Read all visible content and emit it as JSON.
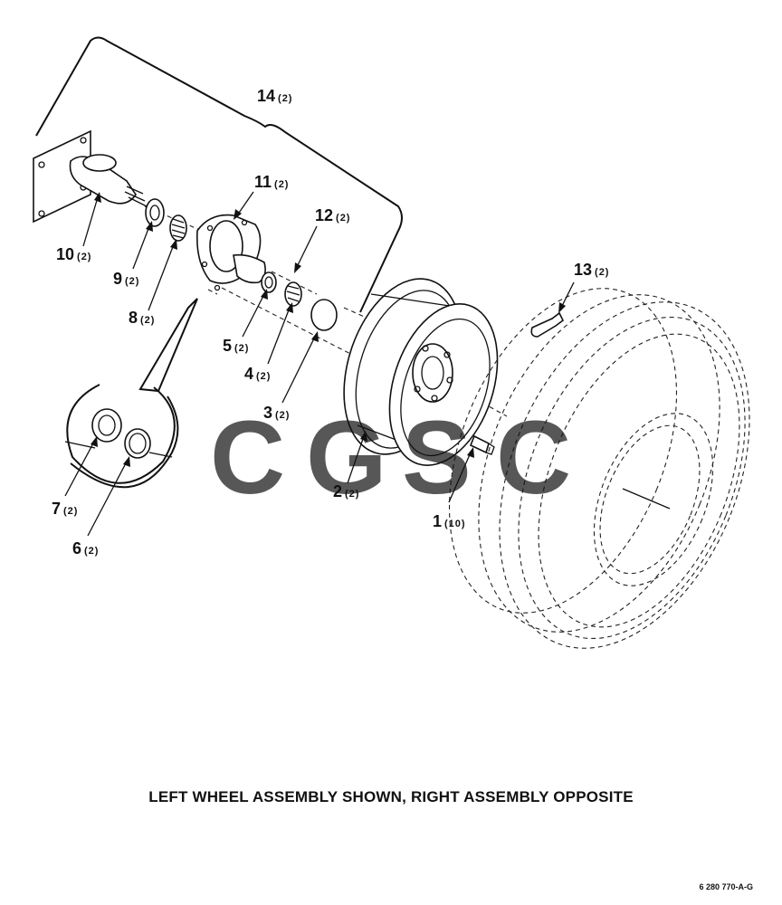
{
  "diagram": {
    "callouts": [
      {
        "id": "c1",
        "num": "1",
        "qty": "(10)"
      },
      {
        "id": "c2",
        "num": "2",
        "qty": "(2)"
      },
      {
        "id": "c3",
        "num": "3",
        "qty": "(2)"
      },
      {
        "id": "c4",
        "num": "4",
        "qty": "(2)"
      },
      {
        "id": "c5",
        "num": "5",
        "qty": "(2)"
      },
      {
        "id": "c6",
        "num": "6",
        "qty": "(2)"
      },
      {
        "id": "c7",
        "num": "7",
        "qty": "(2)"
      },
      {
        "id": "c8",
        "num": "8",
        "qty": "(2)"
      },
      {
        "id": "c9",
        "num": "9",
        "qty": "(2)"
      },
      {
        "id": "c10",
        "num": "10",
        "qty": "(2)"
      },
      {
        "id": "c11",
        "num": "11",
        "qty": "(2)"
      },
      {
        "id": "c12",
        "num": "12",
        "qty": "(2)"
      },
      {
        "id": "c13",
        "num": "13",
        "qty": "(2)"
      },
      {
        "id": "c14",
        "num": "14",
        "qty": "(2)"
      }
    ],
    "caption": "LEFT WHEEL ASSEMBLY SHOWN, RIGHT ASSEMBLY OPPOSITE",
    "figure_id": "6 280 770-A-G",
    "watermark": {
      "text": "CGSC",
      "colors": [
        "#4285F4",
        "#EA4335",
        "#FBBC05",
        "#34A853"
      ]
    }
  }
}
